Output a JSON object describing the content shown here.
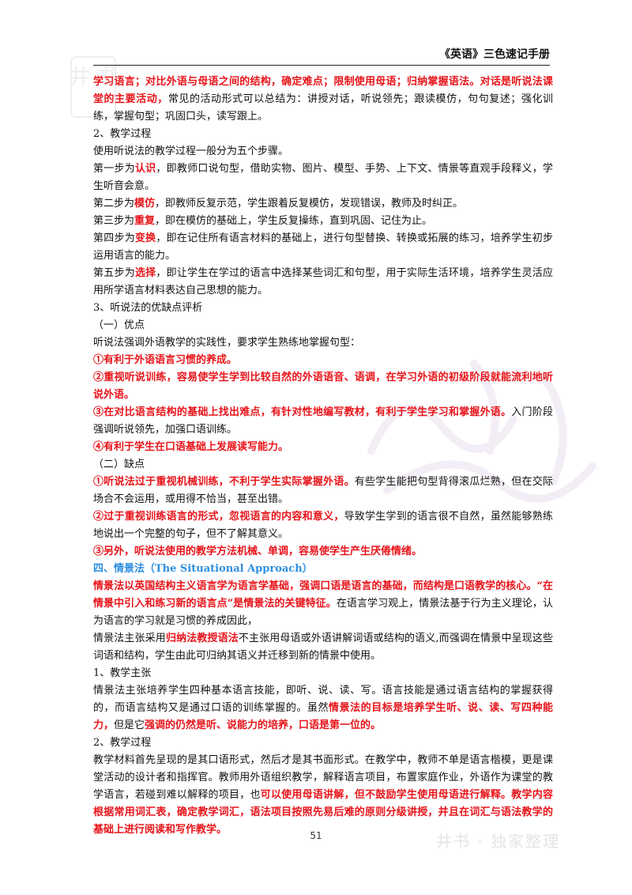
{
  "header": {
    "title": "《英语》三色速记手册"
  },
  "page_number": "51",
  "watermark": {
    "corner": "井 书",
    "bottom": "井书 · 独家整理"
  },
  "paragraphs": [
    [
      [
        "学习语言；对比外语与母语之间的结构，确定难点；限制使用母语；归纳掌握语法。对话是听说法课堂的主要活动，",
        "r"
      ],
      [
        "常见的活动形式可以总结为：讲授对话，听说领先；跟读模仿，句句复述；强化训练，掌握句型；巩固口头，读写跟上。",
        ""
      ]
    ],
    [
      [
        "2、教学过程",
        ""
      ]
    ],
    [
      [
        "使用听说法的教学过程一般分为五个步骤。",
        ""
      ]
    ],
    [
      [
        "第一步为",
        ""
      ],
      [
        "认识",
        "r"
      ],
      [
        "，即教师口说句型，借助实物、图片、模型、手势、上下文、情景等直观手段释义，学生听音会意。",
        ""
      ]
    ],
    [
      [
        "第二步为",
        ""
      ],
      [
        "模仿",
        "r"
      ],
      [
        "，即教师反复示范，学生跟着反复模仿，发现错误，教师及时纠正。",
        ""
      ]
    ],
    [
      [
        "第三步为",
        ""
      ],
      [
        "重复",
        "r"
      ],
      [
        "，即在模仿的基础上，学生反复操练，直到巩固、记住为止。",
        ""
      ]
    ],
    [
      [
        "第四步为",
        ""
      ],
      [
        "变换",
        "r"
      ],
      [
        "，即在记住所有语言材料的基础上，进行句型替换、转换或拓展的练习，培养学生初步运用语言的能力。",
        ""
      ]
    ],
    [
      [
        "第五步为",
        ""
      ],
      [
        "选择",
        "r"
      ],
      [
        "，即让学生在学过的语言中选择某些词汇和句型，用于实际生活环境，培养学生灵活应用所学语言材料表达自己思想的能力。",
        ""
      ]
    ],
    [
      [
        "3、听说法的优缺点评析",
        ""
      ]
    ],
    [
      [
        "（一）优点",
        ""
      ]
    ],
    [
      [
        "听说法强调外语教学的实践性，要求学生熟练地掌握句型：",
        ""
      ]
    ],
    [
      [
        "①有利于外语语言习惯的养成。",
        "r"
      ]
    ],
    [
      [
        "②重视听说训练，容易使学生学到比较自然的外语语音、语调，在学习外语的初级阶段就能流利地听说外语。",
        "r"
      ]
    ],
    [
      [
        "③在对比语言结构的基础上找出难点，有针对性地编写教材，有利于学生学习和掌握外语。",
        "r"
      ],
      [
        "入门阶段强调听说领先，加强口语训练。",
        ""
      ]
    ],
    [
      [
        "④有利于学生在口语基础上发展读写能力。",
        "r"
      ]
    ],
    [
      [
        "（二）缺点",
        ""
      ]
    ],
    [
      [
        "①听说法过于重视机械训练，不利于学生实际掌握外语。",
        "r"
      ],
      [
        "有些学生能把句型背得滚瓜烂熟，但在交际场合不会运用，或用得不恰当，甚至出错。",
        ""
      ]
    ],
    [
      [
        "②过于重视训练语言的形式，忽视语言的内容和意义，",
        "r"
      ],
      [
        "导致学生学到的语言很不自然，虽然能够熟练地说出一个完整的句子，但不了解其意义。",
        ""
      ]
    ],
    [
      [
        "③另外，听说法使用的教学方法机械、单调，容易使学生产生厌倦情绪。",
        "r"
      ]
    ],
    [
      [
        "四、情景法（The Situational Approach）",
        "b"
      ]
    ],
    [
      [
        "情景法以英国结构主义语言学为语言学基础，强调口语是语言的基础，而结构是口语教学的核心。“在情景中引入和练习新的语言点”是情景法的关键特征。",
        "r"
      ],
      [
        "在语言学习观上，情景法基于行为主义理论，认为语言的学习就是习惯的养成因此，",
        ""
      ]
    ],
    [
      [
        "情景法主张采用",
        ""
      ],
      [
        "归纳法教授语法",
        "r"
      ],
      [
        "不主张用母语或外语讲解词语或结构的语义,而强调在情景中呈现这些词语和结构，学生由此可归纳其语义并迁移到新的情景中使用。",
        ""
      ]
    ],
    [
      [
        "1、教学主张",
        ""
      ]
    ],
    [
      [
        "情景法主张培养学生四种基本语言技能，即听、说、读、写。语言技能是通过语言结构的掌握获得的，而语言结构又是通过口语的训练掌握的。虽然",
        ""
      ],
      [
        "情景法的目标是培养学生听、说、读、写四种能力，",
        "r"
      ],
      [
        "但是它",
        ""
      ],
      [
        "强调的仍然是听、说能力的培养，口语是第一位的。",
        "r"
      ]
    ],
    [
      [
        "2、教学过程",
        ""
      ]
    ],
    [
      [
        "教学材料首先呈现的是其口语形式，然后才是其书面形式。在教学中，教师不单是语言楷模，更是课堂活动的设计者和指挥官。教师用外语组织教学，解释语言项目，布置家庭作业，外语作为课堂的教学语言，若碰到难以解释的项目，也",
        ""
      ],
      [
        "可以使用母语讲解，但不鼓励学生使用母语进行解释。教学内容根据常用词汇表，确定教学词汇，语法项目按照先易后难的原则分级讲授，并且在词汇与语法教学的基础上进行阅读和写作教学。",
        "r"
      ]
    ]
  ]
}
